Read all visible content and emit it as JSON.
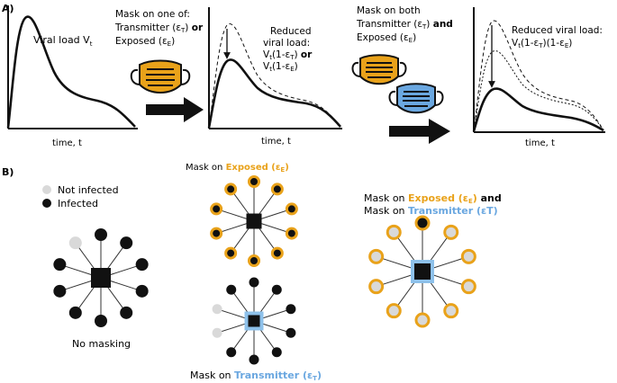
{
  "colors": {
    "orange": "#e9a21a",
    "blue": "#8ec1ea",
    "infected": "#111111",
    "not_infected": "#d9d9d9"
  },
  "panel_a": {
    "label": "A)",
    "graph1": {
      "title": "Viral load V",
      "title_sub": "t",
      "xlabel": "time, t"
    },
    "mask_one": {
      "line1": "Mask on one of:",
      "line2_pre": "Transmitter (ε",
      "line2_sub": "T",
      "line2_post": ") ",
      "line2_bold": "or",
      "line3_pre": "Exposed (ε",
      "line3_sub": "E",
      "line3_post": ")"
    },
    "graph2": {
      "line1": "Reduced",
      "line2": "viral load:",
      "line3_pre": "V",
      "line3_sub": "t",
      "line3_mid": "(1-ε",
      "line3_sub2": "T",
      "line3_post": ") ",
      "line3_bold": "or",
      "line4_pre": "V",
      "line4_sub": "t",
      "line4_mid": "(1-ε",
      "line4_sub2": "E",
      "line4_post": ")",
      "xlabel": "time, t"
    },
    "mask_both": {
      "line1": "Mask on both",
      "line2_pre": "Transmitter (ε",
      "line2_sub": "T",
      "line2_post": ") ",
      "line2_bold": "and",
      "line3_pre": "Exposed (ε",
      "line3_sub": "E",
      "line3_post": ")"
    },
    "graph3": {
      "line1": "Reduced viral load:",
      "line2_pre": "V",
      "line2_sub": "t",
      "line2_mid": "(1-ε",
      "line2_sub2": "T",
      "line2_mid2": ")(1-ε",
      "line2_sub3": "E",
      "line2_post": ")",
      "xlabel": "time, t"
    }
  },
  "panel_b": {
    "label": "B)",
    "legend": {
      "not_infected": "Not infected",
      "infected": "Infected"
    },
    "no_mask_label": "No masking",
    "exposed": {
      "pre": "Mask on ",
      "colored": "Exposed (ε",
      "sub": "E",
      "post": ")"
    },
    "transmitter": {
      "pre": "Mask on ",
      "colored": "Transmitter (ε",
      "sub": "T",
      "post": ")"
    },
    "both": {
      "line1_pre": "Mask on ",
      "line1_colored": "Exposed (ε",
      "line1_sub": "E",
      "line1_colored_post": ")",
      "line1_post": " and",
      "line2_pre": "Mask on ",
      "line2_colored": "Transmitter (εT)"
    }
  }
}
